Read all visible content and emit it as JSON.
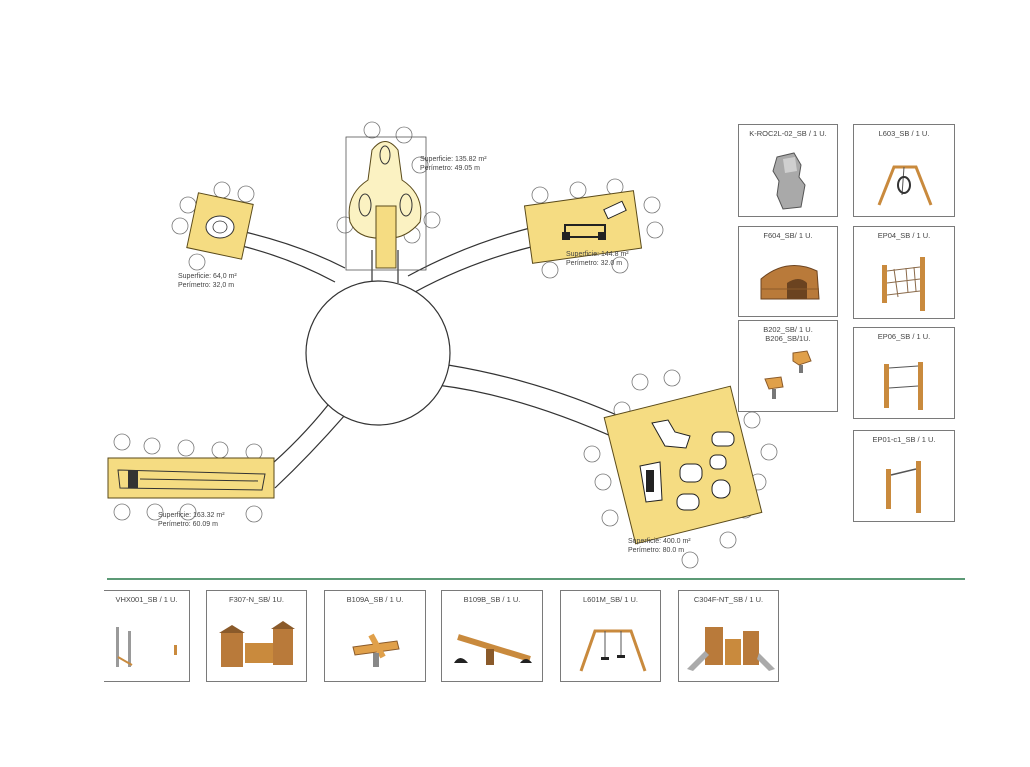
{
  "areas": {
    "top_left": {
      "surface": "Superficie: 64,0 m²",
      "perimeter": "Perímetro: 32,0 m"
    },
    "top_center": {
      "surface": "Superficie: 135.82 m²",
      "perimeter": "Perímetro: 49.05 m"
    },
    "top_right": {
      "surface": "Superficie: 144.8 m²",
      "perimeter": "Perímetro: 32.0 m"
    },
    "bottom_left": {
      "surface": "Superficie: 163.32 m²",
      "perimeter": "Perímetro: 60.09 m"
    },
    "bottom_right": {
      "surface": "Superficie: 400.0 m²",
      "perimeter": "Perímetro: 80.0 m"
    }
  },
  "products_right": [
    {
      "code": "K-ROC2L-02_SB / 1 U."
    },
    {
      "code": "L603_SB / 1 U."
    },
    {
      "code": "F604_SB/ 1 U."
    },
    {
      "code": "EP04_SB / 1 U."
    },
    {
      "code": "B202_SB/ 1 U."
    },
    {
      "code": "B206_SB/1U."
    },
    {
      "code": "EP06_SB / 1 U."
    },
    {
      "code": "EP01-c1_SB / 1 U."
    }
  ],
  "products_bottom": [
    {
      "code": "VHX001_SB / 1 U."
    },
    {
      "code": "F307-N_SB/ 1U."
    },
    {
      "code": "B109A_SB / 1 U."
    },
    {
      "code": "B109B_SB / 1 U."
    },
    {
      "code": "L601M_SB/ 1 U."
    },
    {
      "code": "C304F-NT_SB / 1 U."
    }
  ],
  "colors": {
    "zone_fill": "#f5dc82",
    "zone_stroke": "#5a4a1a",
    "path_stroke": "#333333",
    "divider": "#5c9a76",
    "wood": "#c98a3d",
    "metal": "#9a9a9a"
  }
}
